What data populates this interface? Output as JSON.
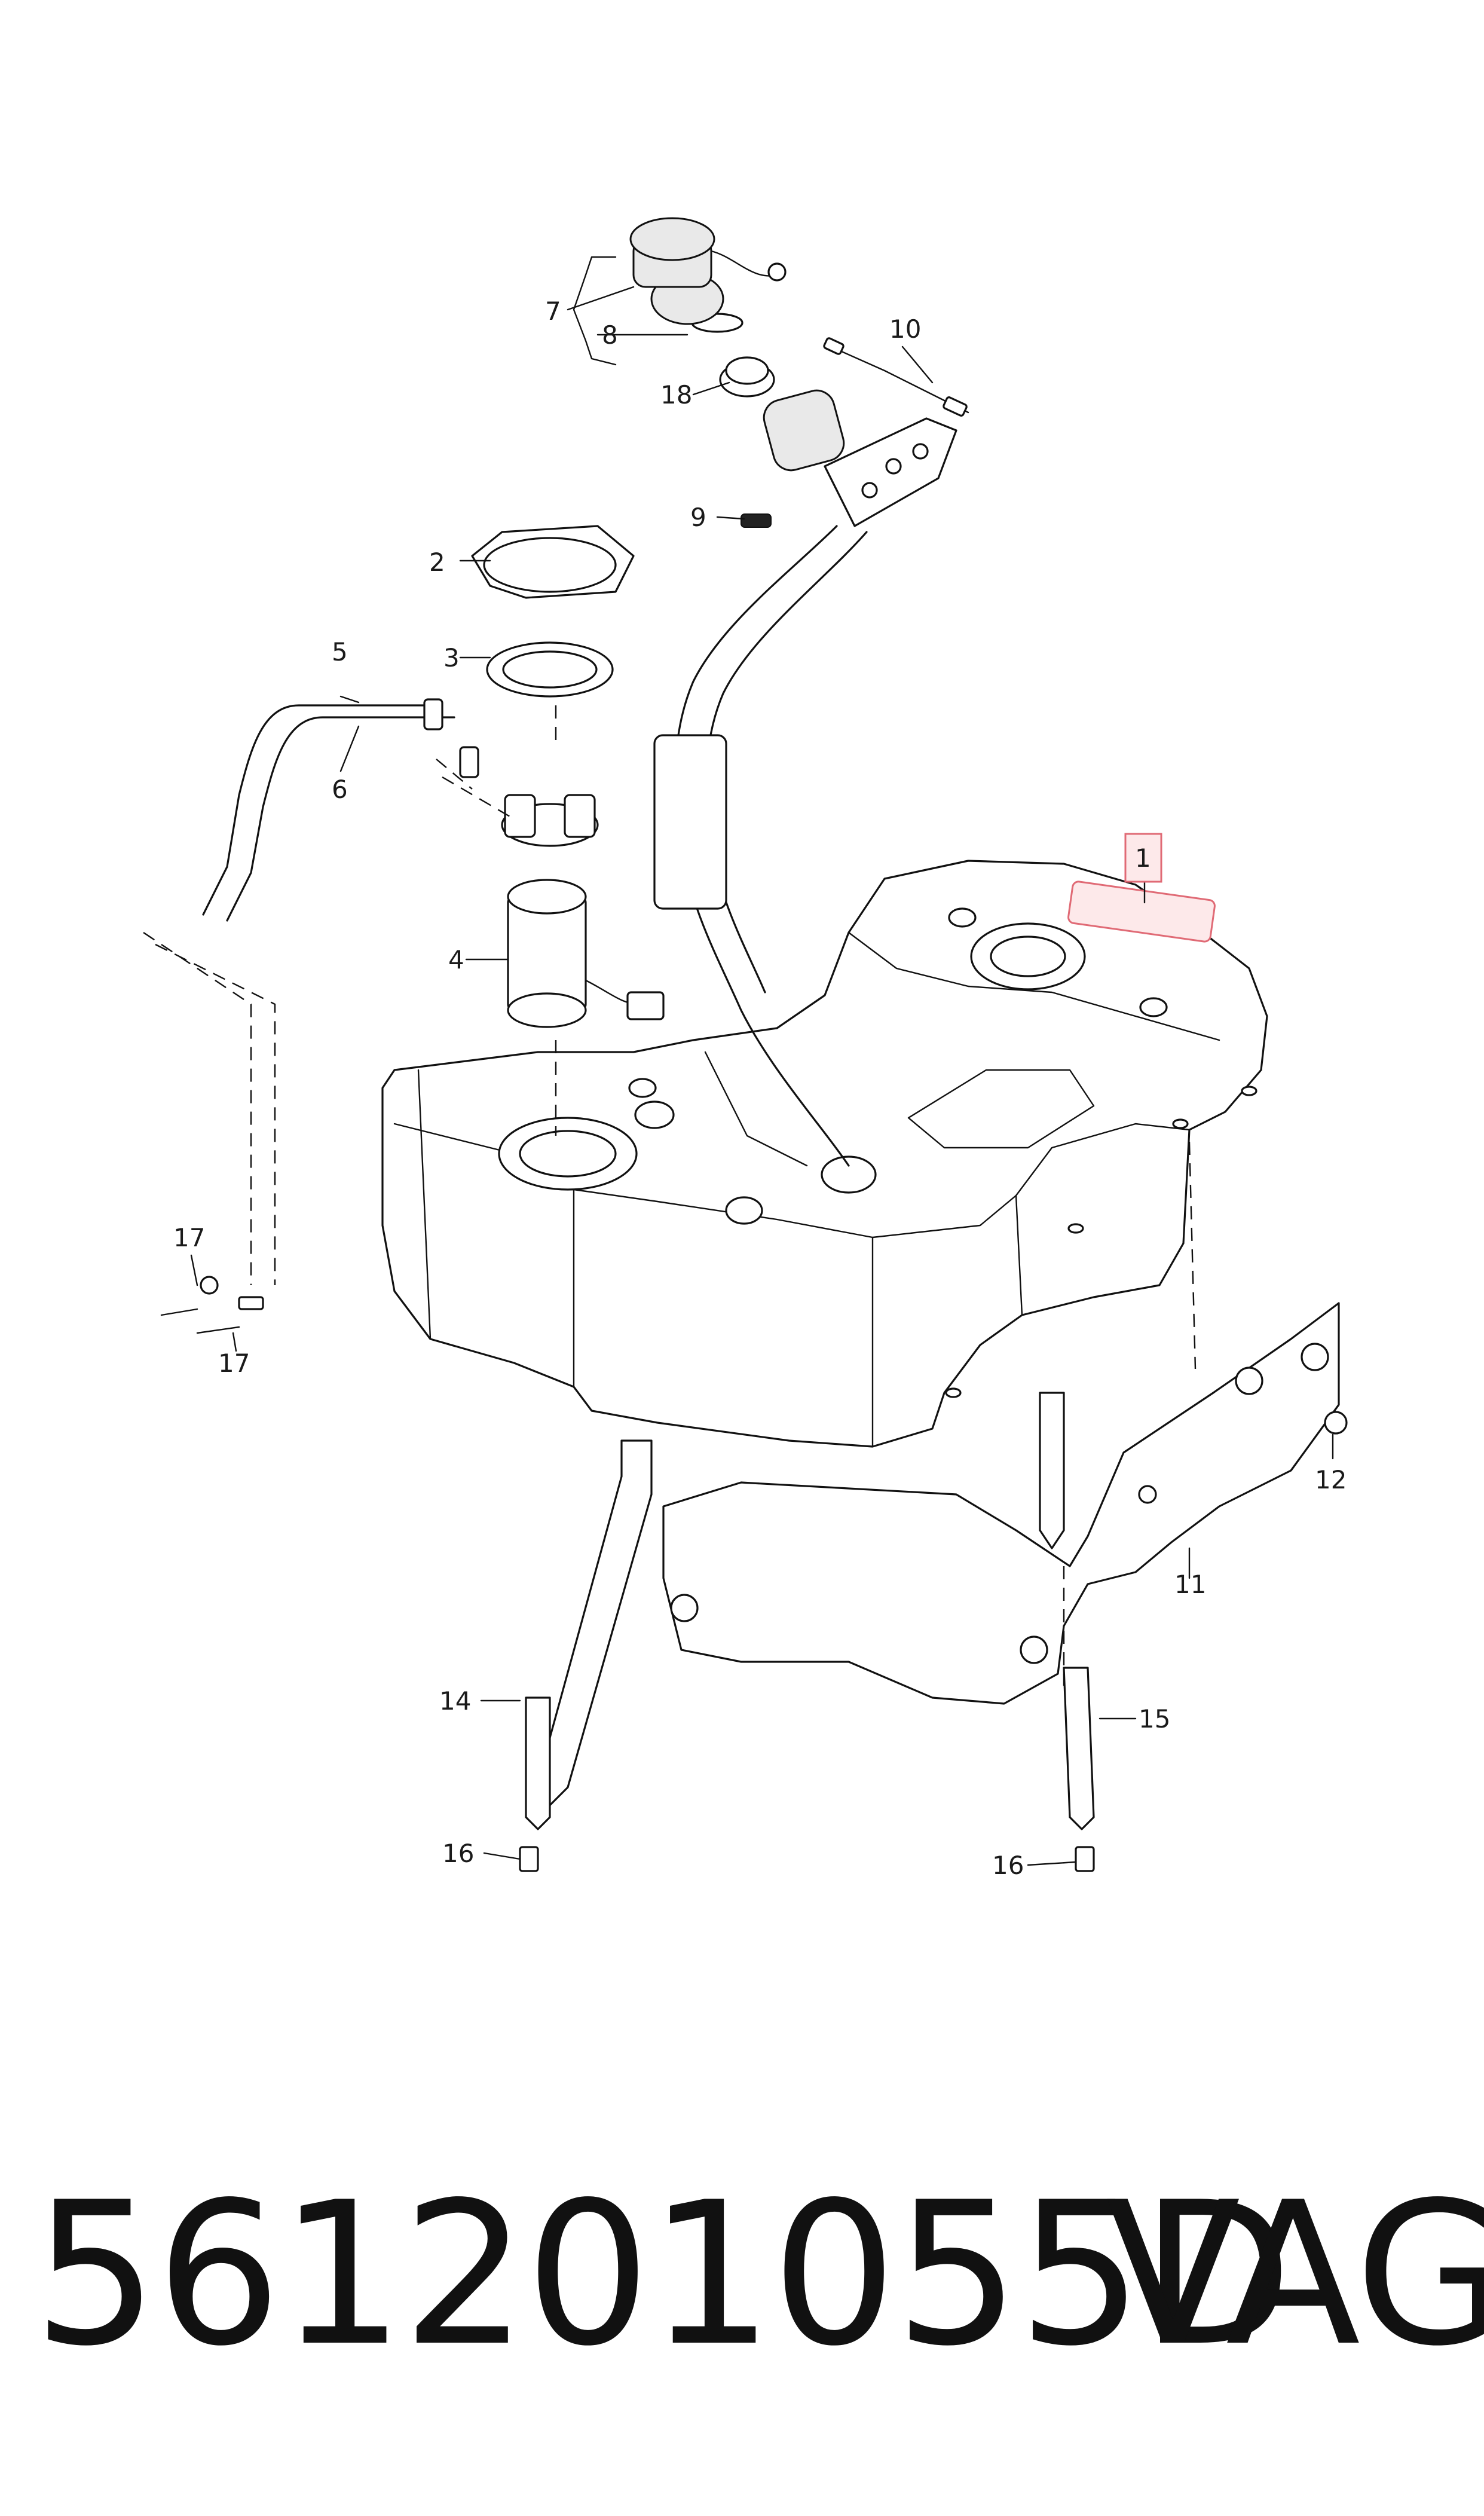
{
  "callouts": {
    "c1": "1",
    "c2": "2",
    "c3": "3",
    "c4": "4",
    "c5": "5",
    "c6": "6",
    "c7": "7",
    "c8": "8",
    "c9": "9",
    "c10": "10",
    "c11": "11",
    "c12": "12",
    "c14": "14",
    "c15": "15",
    "c16a": "16",
    "c16b": "16",
    "c17a": "17",
    "c17b": "17",
    "c18": "18"
  },
  "highlight_color": "#e06a75",
  "footer": {
    "part_number": "561201055D",
    "brand": "VAG"
  }
}
